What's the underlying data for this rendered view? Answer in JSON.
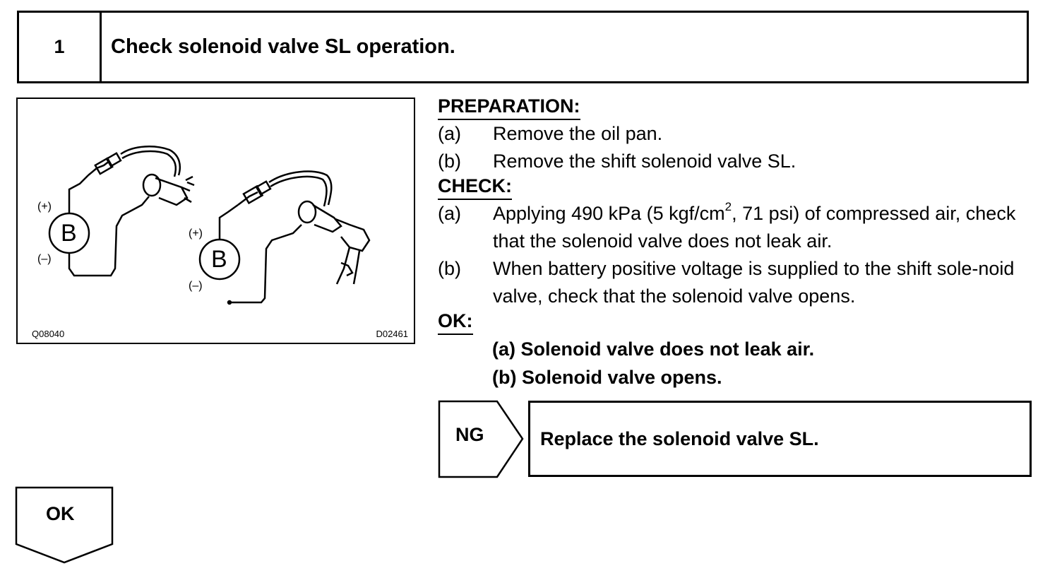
{
  "step": {
    "number": "1",
    "title": "Check solenoid valve SL operation."
  },
  "figure": {
    "code_left": "Q08040",
    "code_right": "D02461",
    "battery_label": "B",
    "plus": "(+)",
    "minus": "(–)"
  },
  "preparation": {
    "heading": "PREPARATION:",
    "items": [
      {
        "label": "(a)",
        "text": "Remove the oil pan."
      },
      {
        "label": "(b)",
        "text": "Remove the shift solenoid valve SL."
      }
    ]
  },
  "check": {
    "heading": "CHECK:",
    "items": [
      {
        "label": "(a)",
        "text_pre": "Applying 490 kPa (5 kgf/cm",
        "sup": "2",
        "text_post": ", 71 psi) of compressed air, check that the solenoid valve does not leak air."
      },
      {
        "label": "(b)",
        "text": "When battery positive voltage is supplied to the shift sole-noid valve, check that the solenoid valve opens."
      }
    ]
  },
  "ok_criteria": {
    "heading": "OK:",
    "lines": [
      "(a) Solenoid valve does not leak air.",
      "(b) Solenoid valve opens."
    ]
  },
  "ng": {
    "label": "NG",
    "action": "Replace the solenoid valve SL."
  },
  "ok": {
    "label": "OK"
  }
}
